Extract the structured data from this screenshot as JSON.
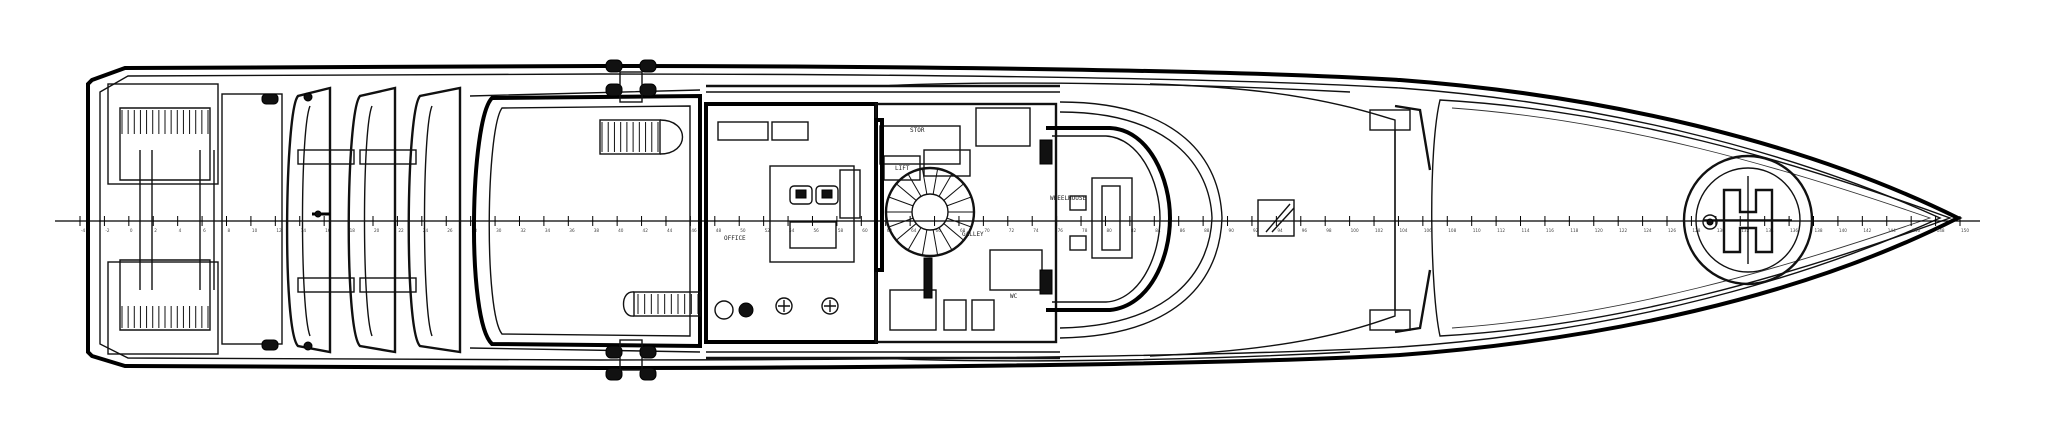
{
  "drawing": {
    "subject": "yacht-deck-plan",
    "view": "plan",
    "line_color": "#111111",
    "background": "#ffffff"
  },
  "frame_labels": [
    "-4",
    "-2",
    "0",
    "2",
    "4",
    "6",
    "8",
    "10",
    "12",
    "14",
    "16",
    "18",
    "20",
    "22",
    "24",
    "26",
    "28",
    "30",
    "32",
    "34",
    "36",
    "38",
    "40",
    "42",
    "44",
    "46",
    "48",
    "50",
    "52",
    "54",
    "56",
    "58",
    "60",
    "62",
    "64",
    "66",
    "68",
    "70",
    "72",
    "74",
    "76",
    "78",
    "80",
    "82",
    "84",
    "86",
    "88",
    "90",
    "92",
    "94",
    "96",
    "98",
    "100",
    "102",
    "104",
    "106",
    "108",
    "110",
    "112",
    "114",
    "116",
    "118",
    "120",
    "122",
    "124",
    "126",
    "128",
    "130",
    "132",
    "134",
    "136",
    "138",
    "140",
    "142",
    "144",
    "146",
    "148",
    "150"
  ],
  "room_labels": {
    "upper_left": "STOR",
    "galley": "LIFT",
    "office": "OFFICE",
    "corridor": "GALLEY",
    "wheelhouse": "WHEELHOUSE",
    "day_head": "WC"
  },
  "helipad": {
    "letter": "H"
  }
}
